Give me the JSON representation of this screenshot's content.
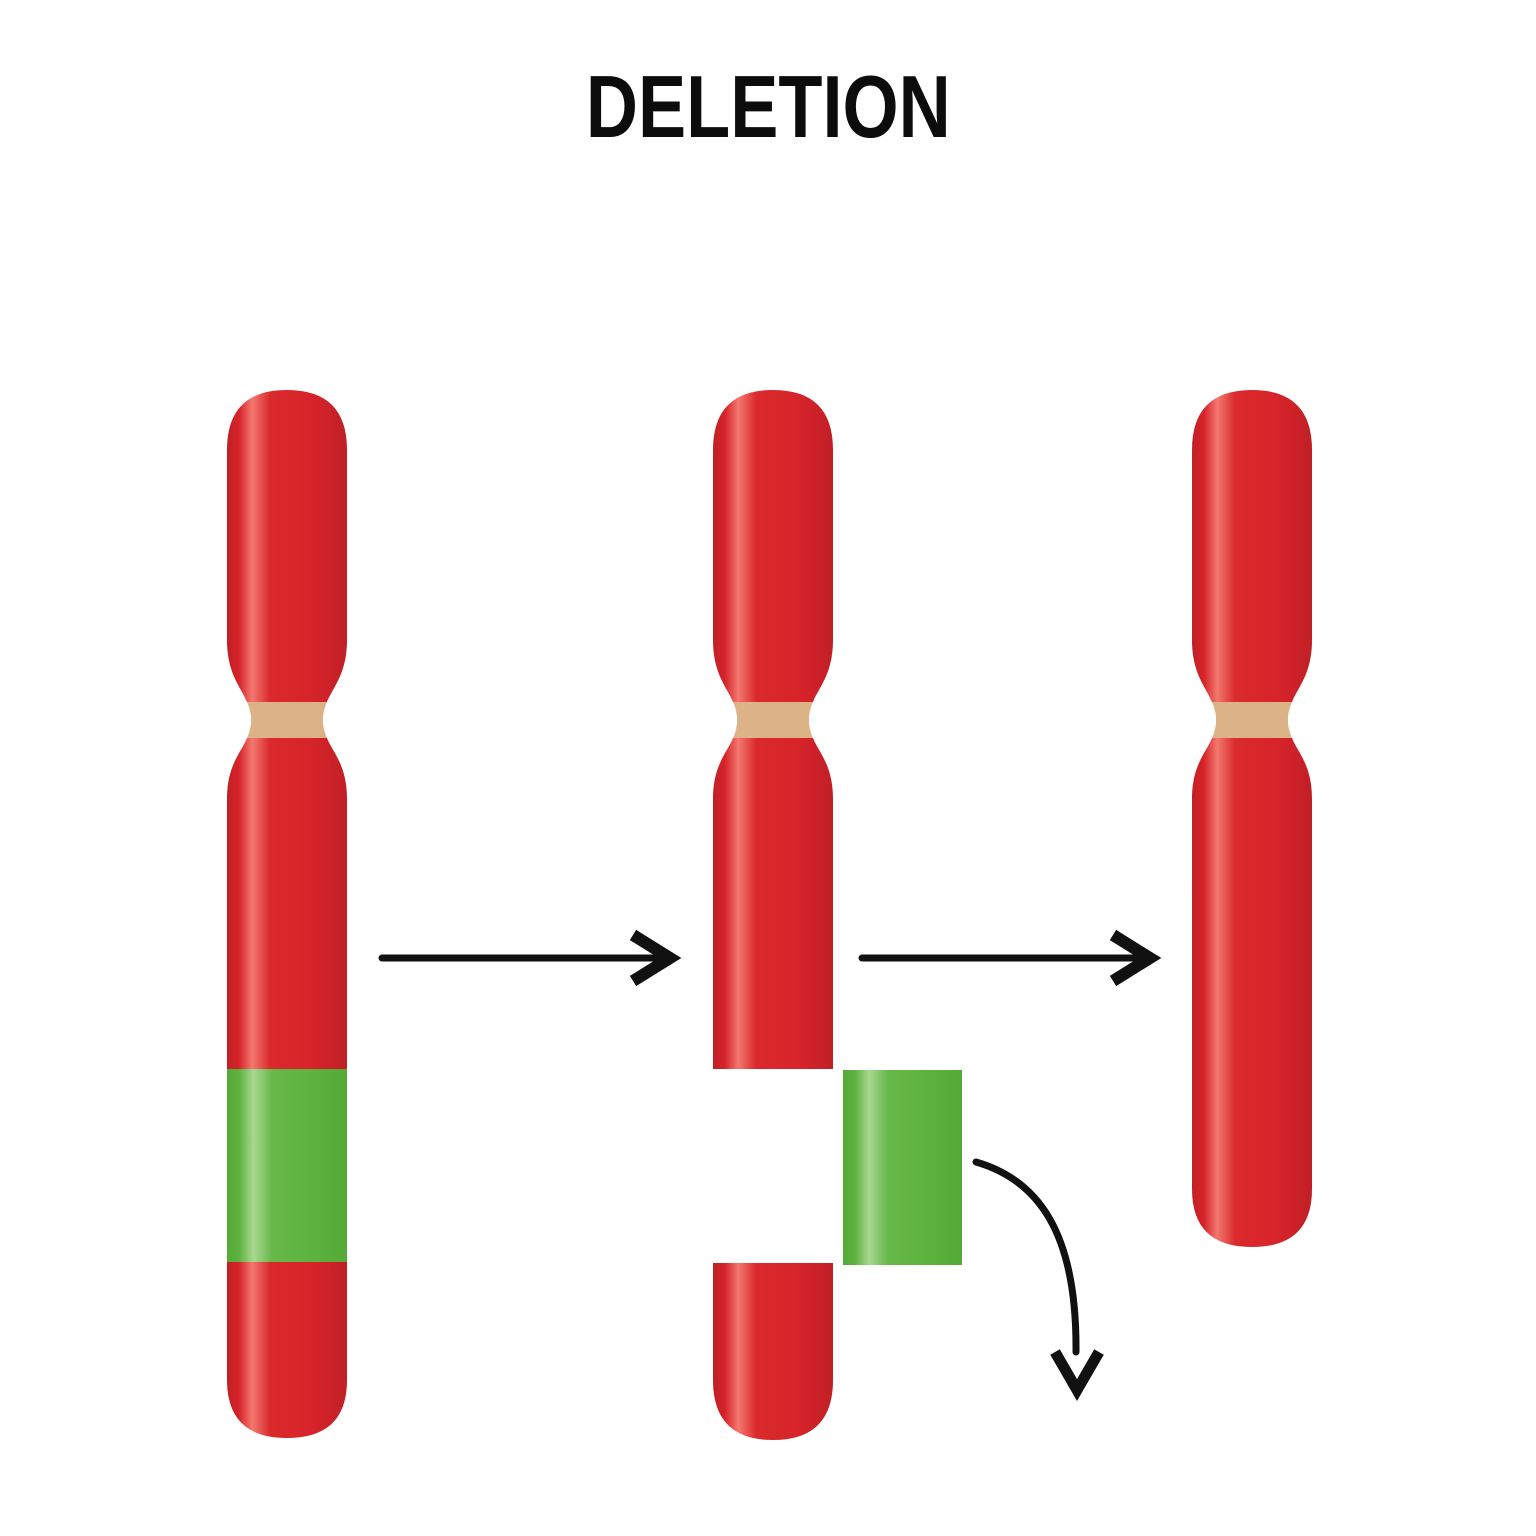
{
  "title": "DELETION",
  "colors": {
    "background": "#ffffff",
    "title_color": "#0c0c0c",
    "red": "#d7232a",
    "red_dark": "#c02026",
    "red_highlight": "#f3786f",
    "green": "#5cb23d",
    "green_dark": "#54a937",
    "green_highlight": "#a9d78f",
    "tan": "#dcb387",
    "arrow": "#111111"
  },
  "icons": {
    "step_arrow_1": "right-arrow",
    "step_arrow_2": "right-arrow",
    "removal_arrow": "curved-down-arrow"
  },
  "figure": {
    "stage_1": "original chromosome with green segment on lower arm",
    "stage_2": "chromosome broken, green segment excised and displaced",
    "stage_3": "shortened chromosome after deletion of segment"
  }
}
